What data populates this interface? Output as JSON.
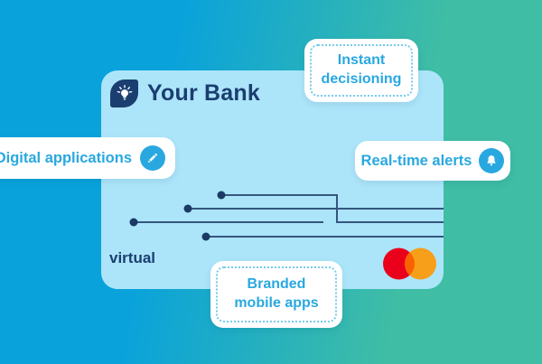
{
  "brand": {
    "name": "Your Bank",
    "logo": "lightbulb-icon"
  },
  "card": {
    "type_label": "virtual",
    "network": "Mastercard"
  },
  "callouts": {
    "instant": {
      "line1": "Instant",
      "line2": "decisioning"
    },
    "digital": {
      "label": "Digital applications",
      "icon": "pencil-icon"
    },
    "realtime": {
      "label": "Real-time alerts",
      "icon": "bell-icon"
    },
    "branded": {
      "line1": "Branded",
      "line2": "mobile apps"
    }
  },
  "colors": {
    "bg_left": "#09A2DB",
    "bg_right": "#3FBDA5",
    "card_bg": "#ACE5FA",
    "navy": "#1B3E70",
    "accent": "#29A8E0",
    "dotted": "#74CBED",
    "circuit_line": "#35567F",
    "circuit_dot": "#1B3A66",
    "mc_red": "#EB001B",
    "mc_orange": "#F79E1B",
    "mc_overlap": "#F86300"
  }
}
